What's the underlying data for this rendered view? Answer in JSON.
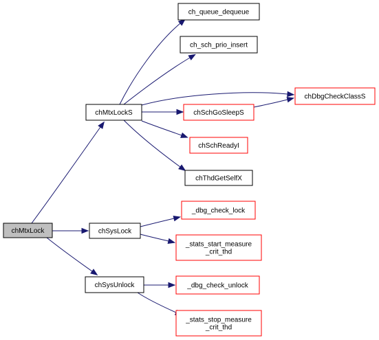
{
  "colors": {
    "edge": "#191970",
    "border_default": "#000000",
    "border_red": "#ff0000",
    "fill_default": "#ffffff",
    "fill_root": "#bfbfbf"
  },
  "nodes": [
    {
      "id": "chMtxLock",
      "lines": [
        "chMtxLock"
      ],
      "style": "root"
    },
    {
      "id": "chMtxLockS",
      "lines": [
        "chMtxLockS"
      ],
      "style": "black"
    },
    {
      "id": "chSysLock",
      "lines": [
        "chSysLock"
      ],
      "style": "black"
    },
    {
      "id": "chSysUnlock",
      "lines": [
        "chSysUnlock"
      ],
      "style": "black"
    },
    {
      "id": "ch_queue_dequeue",
      "lines": [
        "ch_queue_dequeue"
      ],
      "style": "black"
    },
    {
      "id": "ch_sch_prio_insert",
      "lines": [
        "ch_sch_prio_insert"
      ],
      "style": "black"
    },
    {
      "id": "chSchGoSleepS",
      "lines": [
        "chSchGoSleepS"
      ],
      "style": "red"
    },
    {
      "id": "chSchReadyI",
      "lines": [
        "chSchReadyI"
      ],
      "style": "red"
    },
    {
      "id": "chThdGetSelfX",
      "lines": [
        "chThdGetSelfX"
      ],
      "style": "black"
    },
    {
      "id": "chDbgCheckClassS",
      "lines": [
        "chDbgCheckClassS"
      ],
      "style": "red"
    },
    {
      "id": "_dbg_check_lock",
      "lines": [
        "_dbg_check_lock"
      ],
      "style": "red"
    },
    {
      "id": "_stats_start_measure_crit_thd",
      "lines": [
        "_stats_start_measure",
        "_crit_thd"
      ],
      "style": "red"
    },
    {
      "id": "_dbg_check_unlock",
      "lines": [
        "_dbg_check_unlock"
      ],
      "style": "red"
    },
    {
      "id": "_stats_stop_measure_crit_thd",
      "lines": [
        "_stats_stop_measure",
        "_crit_thd"
      ],
      "style": "red"
    }
  ],
  "edges": [
    {
      "from": "chMtxLock",
      "to": "chMtxLockS"
    },
    {
      "from": "chMtxLock",
      "to": "chSysLock"
    },
    {
      "from": "chMtxLock",
      "to": "chSysUnlock"
    },
    {
      "from": "chMtxLockS",
      "to": "ch_queue_dequeue"
    },
    {
      "from": "chMtxLockS",
      "to": "ch_sch_prio_insert"
    },
    {
      "from": "chMtxLockS",
      "to": "chDbgCheckClassS"
    },
    {
      "from": "chMtxLockS",
      "to": "chSchGoSleepS"
    },
    {
      "from": "chMtxLockS",
      "to": "chSchReadyI"
    },
    {
      "from": "chMtxLockS",
      "to": "chThdGetSelfX"
    },
    {
      "from": "chSchGoSleepS",
      "to": "chDbgCheckClassS"
    },
    {
      "from": "chSysLock",
      "to": "_dbg_check_lock"
    },
    {
      "from": "chSysLock",
      "to": "_stats_start_measure_crit_thd"
    },
    {
      "from": "chSysUnlock",
      "to": "_dbg_check_unlock"
    },
    {
      "from": "chSysUnlock",
      "to": "_stats_stop_measure_crit_thd"
    }
  ]
}
